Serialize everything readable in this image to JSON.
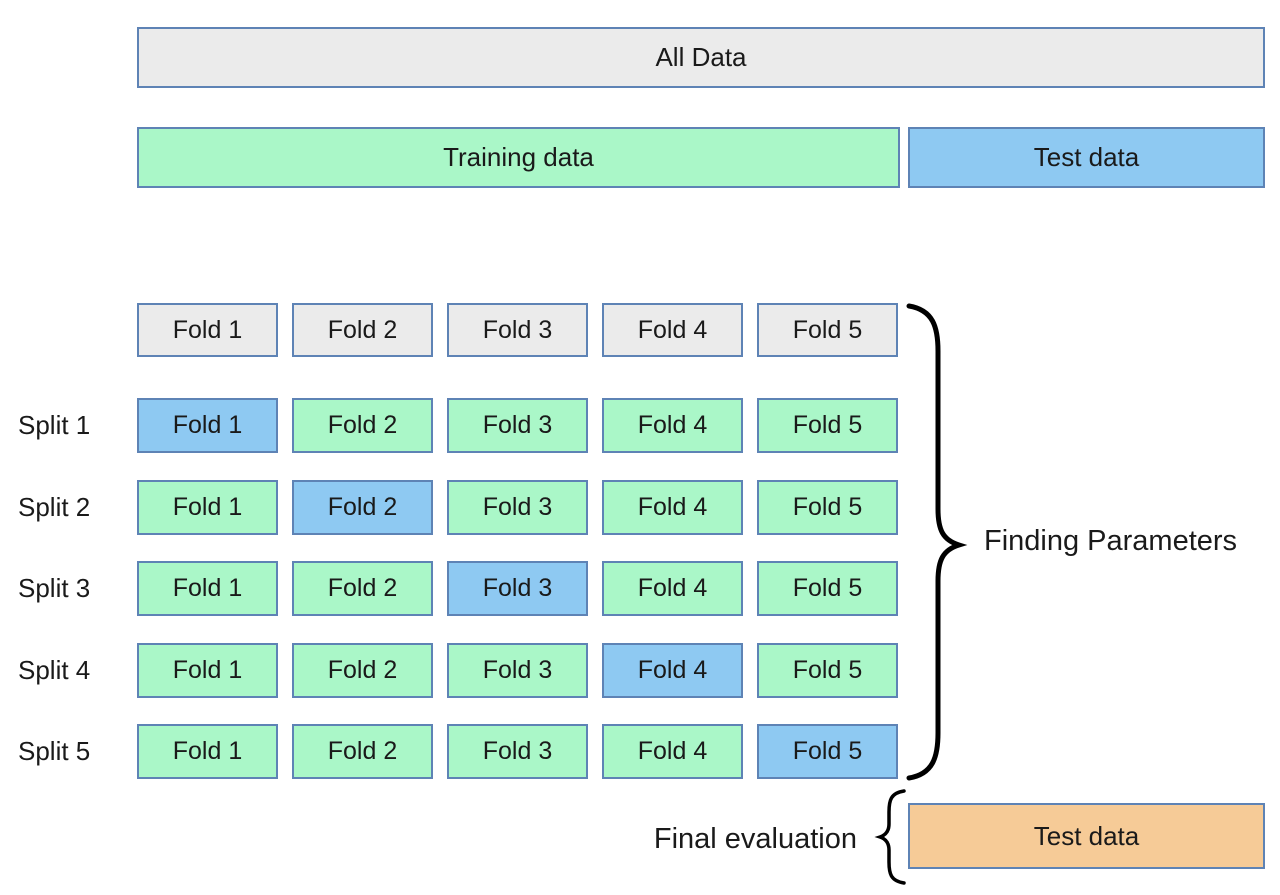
{
  "colors": {
    "box_border": "#5e83b5",
    "gray_fill": "#ebebeb",
    "train_fill": "#aaf7c8",
    "test_fill": "#8ec9f2",
    "final_test_fill": "#f6cb97"
  },
  "top_bars": {
    "all_data_label": "All Data",
    "training_label": "Training data",
    "test_label": "Test data"
  },
  "fold_headers": [
    "Fold 1",
    "Fold 2",
    "Fold 3",
    "Fold 4",
    "Fold 5"
  ],
  "splits": [
    {
      "label": "Split 1",
      "folds": [
        "Fold 1",
        "Fold 2",
        "Fold 3",
        "Fold 4",
        "Fold 5"
      ],
      "test_fold_index": 0
    },
    {
      "label": "Split 2",
      "folds": [
        "Fold 1",
        "Fold 2",
        "Fold 3",
        "Fold 4",
        "Fold 5"
      ],
      "test_fold_index": 1
    },
    {
      "label": "Split 3",
      "folds": [
        "Fold 1",
        "Fold 2",
        "Fold 3",
        "Fold 4",
        "Fold 5"
      ],
      "test_fold_index": 2
    },
    {
      "label": "Split 4",
      "folds": [
        "Fold 1",
        "Fold 2",
        "Fold 3",
        "Fold 4",
        "Fold 5"
      ],
      "test_fold_index": 3
    },
    {
      "label": "Split 5",
      "folds": [
        "Fold 1",
        "Fold 2",
        "Fold 3",
        "Fold 4",
        "Fold 5"
      ],
      "test_fold_index": 4
    }
  ],
  "annotations": {
    "finding_parameters": "Finding Parameters",
    "final_evaluation": "Final evaluation",
    "final_test_label": "Test data"
  }
}
